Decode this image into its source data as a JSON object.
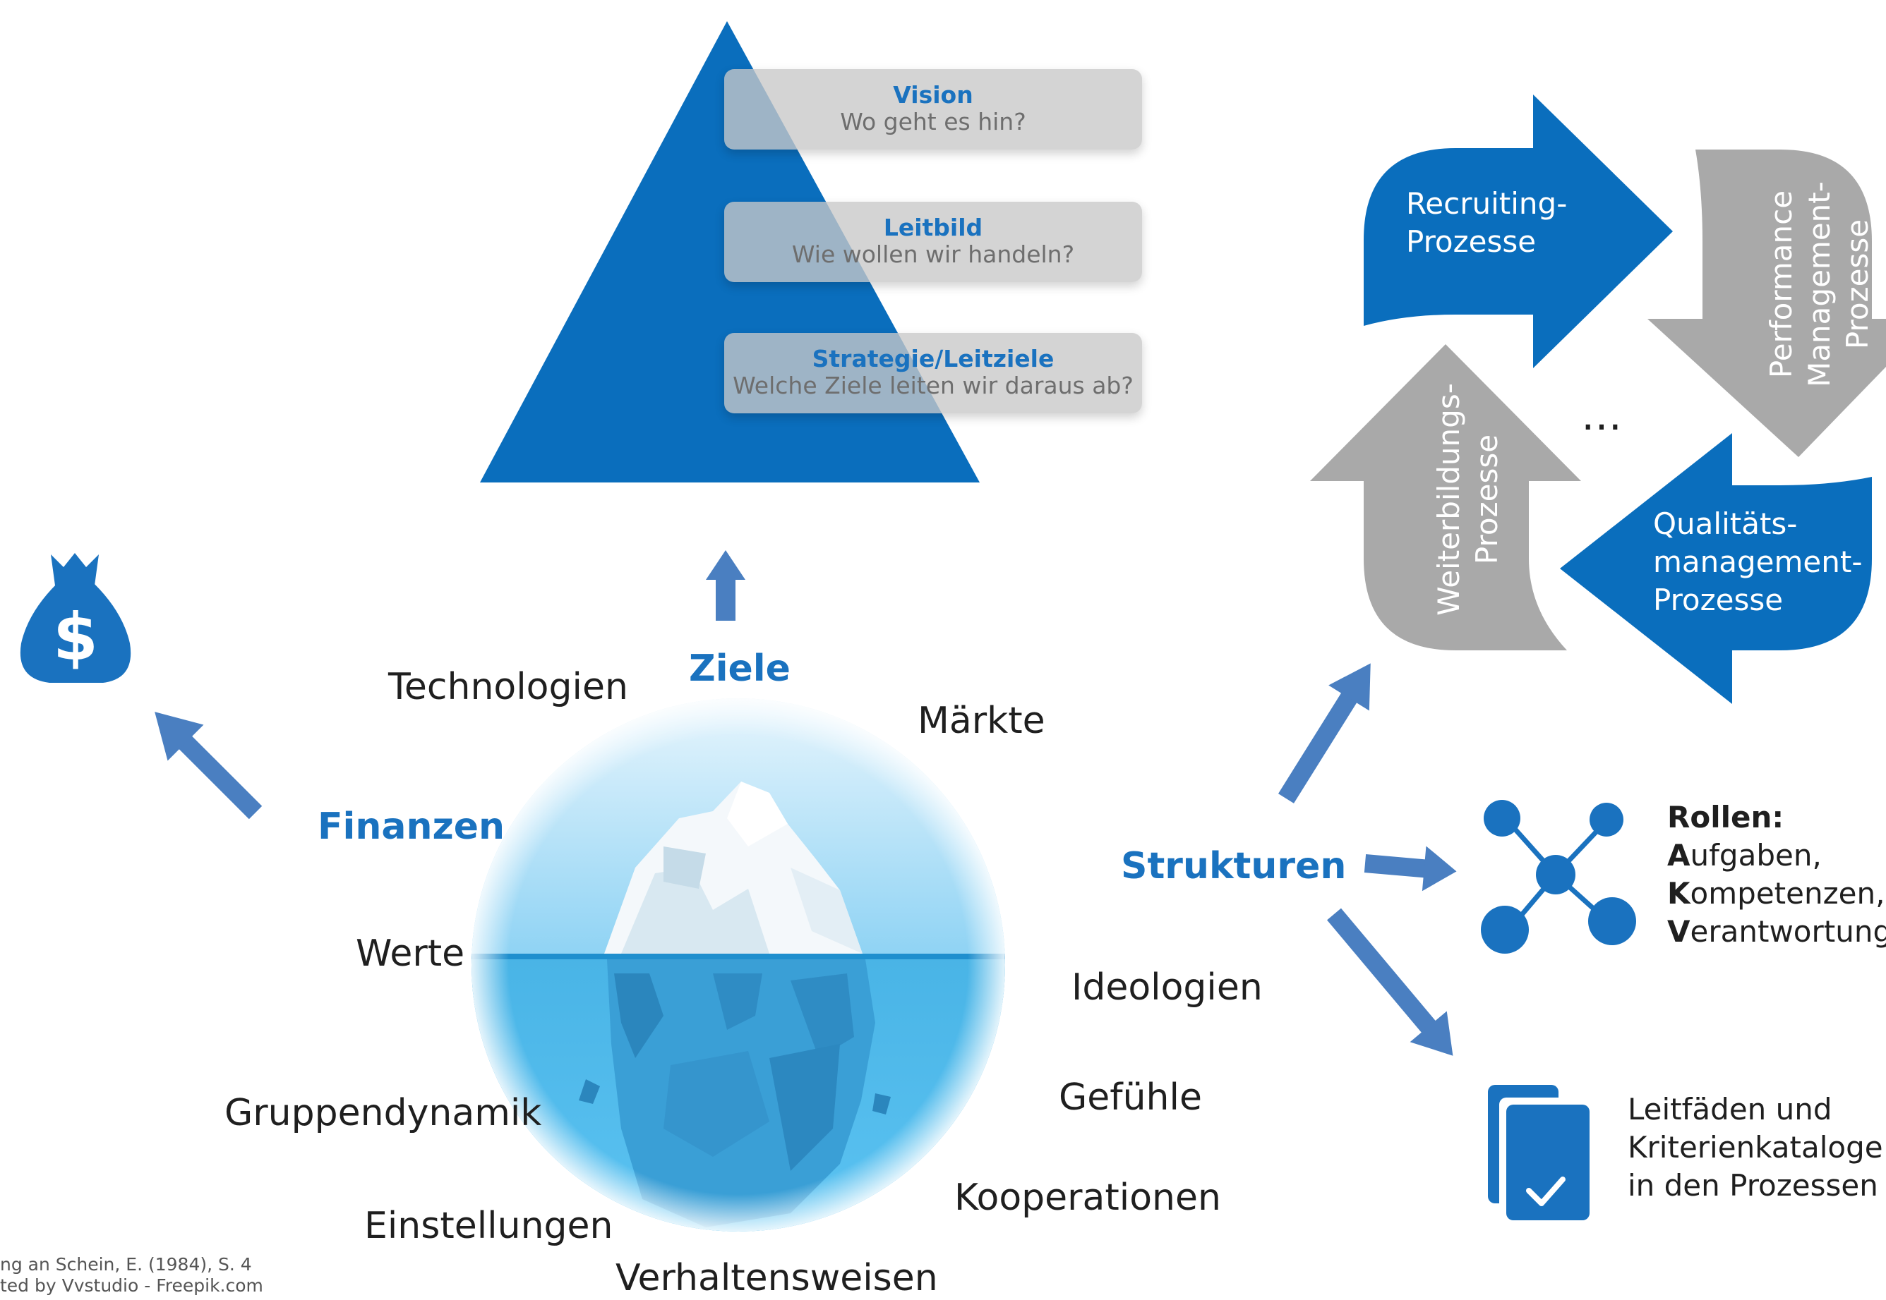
{
  "pyramid": {
    "levels": [
      {
        "title": "Vision",
        "question": "Wo geht es hin?"
      },
      {
        "title": "Leitbild",
        "question": "Wie wollen wir handeln?"
      },
      {
        "title": "Strategie/Leitziele",
        "question": "Welche Ziele leiten wir daraus ab?"
      }
    ]
  },
  "categories": {
    "ziele": "Ziele",
    "finanzen": "Finanzen",
    "strukturen": "Strukturen"
  },
  "culture_terms": {
    "technologien": "Technologien",
    "maerkte": "Märkte",
    "werte": "Werte",
    "ideologien": "Ideologien",
    "gruppendynamik": "Gruppendynamik",
    "gefuehle": "Gefühle",
    "einstellungen": "Einstellungen",
    "kooperationen": "Kooperationen",
    "verhaltensweisen": "Verhaltensweisen"
  },
  "process_cycle": {
    "recruiting": [
      "Recruiting-",
      "Prozesse"
    ],
    "performance": [
      "Performance",
      "Management-",
      "Prozesse"
    ],
    "qualitaet": [
      "Qualitäts-",
      "management-",
      "Prozesse"
    ],
    "weiterbildung": [
      "Weiterbildungs-",
      "Prozesse"
    ],
    "ellipsis": "…"
  },
  "roles": {
    "title": "Rollen:",
    "items": [
      {
        "initial": "A",
        "rest": "ufgaben,"
      },
      {
        "initial": "K",
        "rest": "ompetenzen,"
      },
      {
        "initial": "V",
        "rest": "erantwortung"
      }
    ]
  },
  "guides": [
    "Leitfäden und",
    "Kriterienkataloge",
    "in den Prozessen"
  ],
  "source": [
    "ng an Schein, E. (1984), S. 4",
    "ted by Vvstudio - Freepik.com"
  ],
  "colors": {
    "accent": "#1a72bf",
    "gray": "#a9a9a9",
    "arrow": "#4a7fc1"
  }
}
